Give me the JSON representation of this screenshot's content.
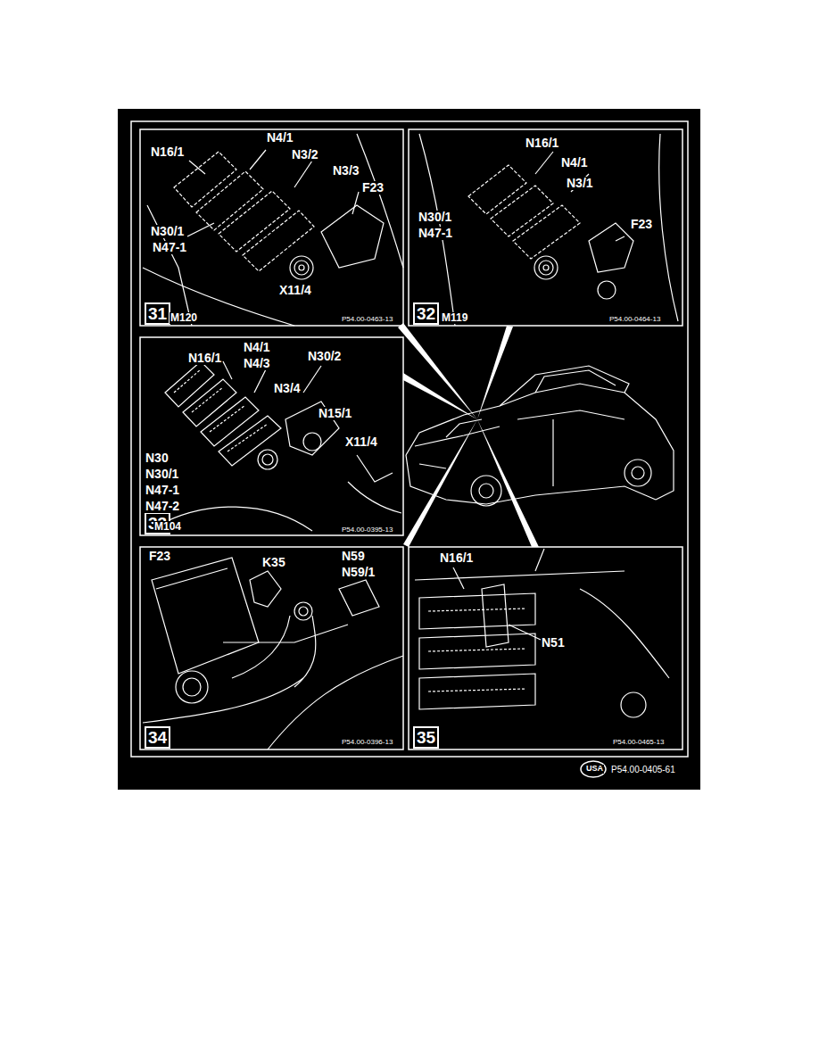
{
  "diagram": {
    "nodes": [
      {
        "text": [
          "31"
        ]
      },
      {
        "text": [
          "32"
        ]
      },
      {
        "text": [
          "33"
        ]
      },
      {
        "text": [
          "34"
        ]
      },
      {
        "text": [
          "35"
        ]
      }
    ],
    "labels": [
      "N16/1",
      "N4/1",
      "N3/2",
      "N3/3",
      "F23",
      "N30/1",
      "N47-1",
      "X11/4",
      "M120",
      "P54.00-0463-13",
      "N16/1",
      "N4/1",
      "N3/1",
      "F23",
      "N30/1",
      "N47-1",
      "M119",
      "P54.00-0464-13",
      "N16/1",
      "N4/1",
      "N4/3",
      "N30/2",
      "N3/4",
      "N15/1",
      "X11/4",
      "N30",
      "N30/1",
      "N47-1",
      "N47-2",
      "M104",
      "P54.00-0395-13",
      "F23",
      "K35",
      "N59",
      "N59/1",
      "P54.00-0396-13",
      "N16/1",
      "N51",
      "P54.00-0465-13",
      "USA",
      "P54.00-0405-61"
    ]
  }
}
